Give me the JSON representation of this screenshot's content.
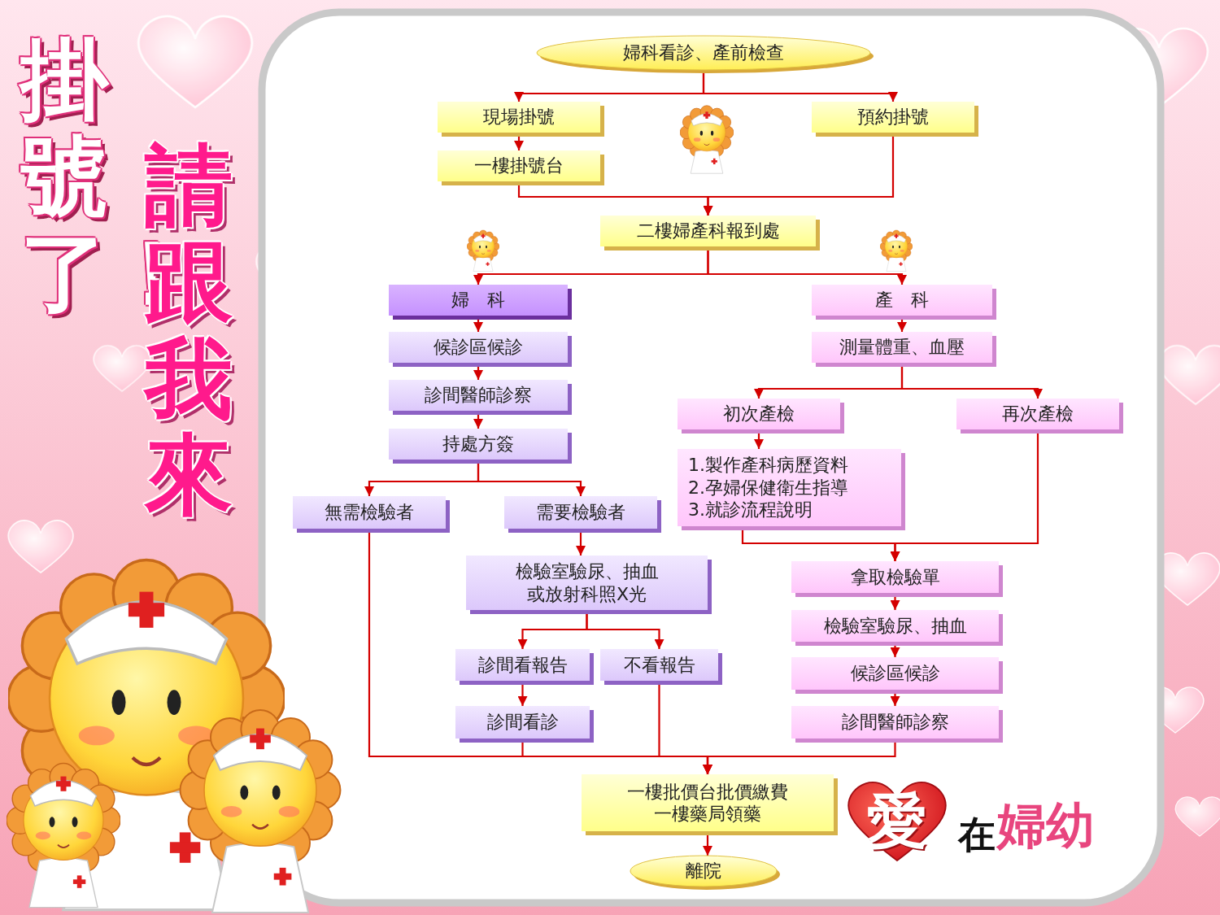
{
  "diagram": {
    "nodes": [
      {
        "text": [
          "婦科看診、產前檢查"
        ]
      },
      {
        "text": [
          "現場掛號"
        ]
      },
      {
        "text": [
          "預約掛號"
        ]
      },
      {
        "text": [
          "一樓掛號台"
        ]
      },
      {
        "text": [
          "二樓婦產科報到處"
        ]
      },
      {
        "text": [
          "婦　科"
        ]
      },
      {
        "text": [
          "產　科"
        ]
      },
      {
        "text": [
          "候診區候診"
        ]
      },
      {
        "text": [
          "測量體重、血壓"
        ]
      },
      {
        "text": [
          "診間醫師診察"
        ]
      },
      {
        "text": [
          "初次產檢"
        ]
      },
      {
        "text": [
          "再次產檢"
        ]
      },
      {
        "text": [
          "持處方簽"
        ]
      },
      {
        "text": [
          "1.製作產科病歷資料",
          "2.孕婦保健衛生指導",
          "3.就診流程說明"
        ]
      },
      {
        "text": [
          "無需檢驗者"
        ]
      },
      {
        "text": [
          "需要檢驗者"
        ]
      },
      {
        "text": [
          "檢驗室驗尿、抽血 或放射科照X光"
        ]
      },
      {
        "text": [
          "拿取檢驗單"
        ]
      },
      {
        "text": [
          "檢驗室驗尿、抽血"
        ]
      },
      {
        "text": [
          "診間看報告"
        ]
      },
      {
        "text": [
          "不看報告"
        ]
      },
      {
        "text": [
          "候診區候診"
        ]
      },
      {
        "text": [
          "診間看診"
        ]
      },
      {
        "text": [
          "診間醫師診察"
        ]
      },
      {
        "text": [
          "一樓批價台批價繳費",
          "一樓藥局領藥"
        ]
      },
      {
        "text": [
          "離院"
        ]
      }
    ],
    "edges": [
      {
        "from": 0,
        "to": 1,
        "arrow": "to"
      },
      {
        "from": 0,
        "to": 2,
        "arrow": "to"
      },
      {
        "from": 1,
        "to": 3,
        "arrow": "to"
      },
      {
        "from": 3,
        "to": 4,
        "arrow": "to"
      },
      {
        "from": 2,
        "to": 4,
        "arrow": "to"
      },
      {
        "from": 4,
        "to": 5,
        "arrow": "to"
      },
      {
        "from": 4,
        "to": 6,
        "arrow": "to"
      },
      {
        "from": 5,
        "to": 7,
        "arrow": "to"
      },
      {
        "from": 7,
        "to": 9,
        "arrow": "to"
      },
      {
        "from": 9,
        "to": 12,
        "arrow": "to"
      },
      {
        "from": 6,
        "to": 8,
        "arrow": "to"
      },
      {
        "from": 8,
        "to": 10,
        "arrow": "to"
      },
      {
        "from": 8,
        "to": 11,
        "arrow": "to"
      },
      {
        "from": 10,
        "to": 13,
        "arrow": "to"
      },
      {
        "from": 12,
        "to": 14,
        "arrow": "to"
      },
      {
        "from": 12,
        "to": 15,
        "arrow": "to"
      },
      {
        "from": 15,
        "to": 16,
        "arrow": "to"
      },
      {
        "from": 13,
        "to": 17,
        "arrow": "to"
      },
      {
        "from": 11,
        "to": 17,
        "arrow": "to"
      },
      {
        "from": 16,
        "to": 19,
        "arrow": "to"
      },
      {
        "from": 16,
        "to": 20,
        "arrow": "to"
      },
      {
        "from": 17,
        "to": 18,
        "arrow": "to"
      },
      {
        "from": 18,
        "to": 21,
        "arrow": "to"
      },
      {
        "from": 21,
        "to": 23,
        "arrow": "to"
      },
      {
        "from": 19,
        "to": 22,
        "arrow": "to"
      },
      {
        "from": 14,
        "to": 24,
        "arrow": "to"
      },
      {
        "from": 22,
        "to": 24,
        "arrow": "to"
      },
      {
        "from": 20,
        "to": 24,
        "arrow": "to"
      },
      {
        "from": 23,
        "to": 24,
        "arrow": "to"
      },
      {
        "from": 24,
        "to": 25,
        "arrow": "to"
      }
    ],
    "labels": [
      "掛號了！",
      "請跟我來",
      "愛",
      "在",
      "婦幼"
    ]
  }
}
